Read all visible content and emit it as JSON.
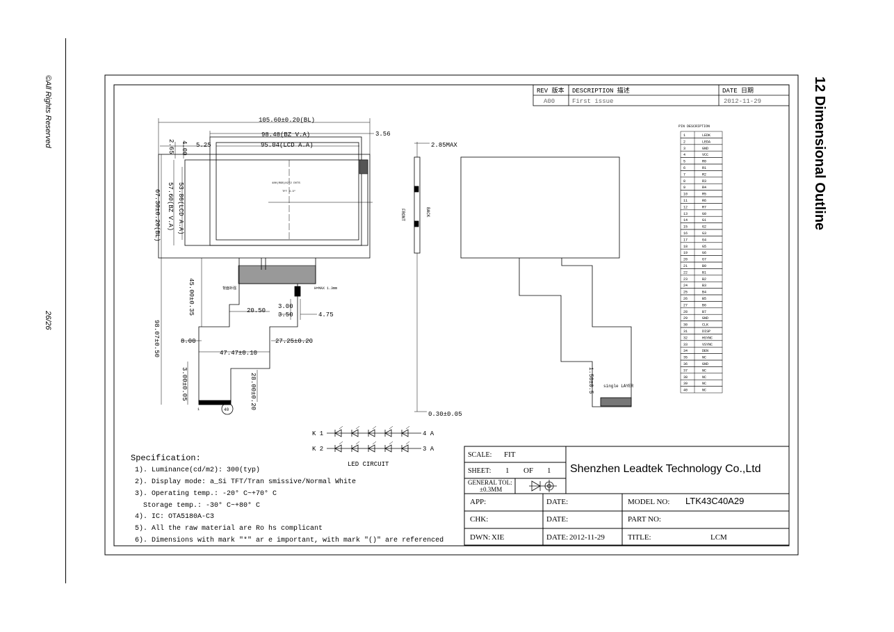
{
  "side": {
    "copyright": "©All Rights Reserved",
    "page": "26/26"
  },
  "section_title": "12 Dimensional Outline",
  "revision": {
    "headers": [
      "REV 版本",
      "DESCRIPTION 描述",
      "DATE 日期"
    ],
    "row": [
      "A00",
      "First issue",
      "2012-11-29"
    ]
  },
  "dims": {
    "d1": "105.60±0.20(BL)",
    "d2": "98.48(BZ V.A)",
    "d3": "95.04(LCD A.A)",
    "d4": "3.56",
    "d5": "5.25",
    "d6": "2.65",
    "d7": "4.00",
    "d8": "67.30±0.20(BL)",
    "d9": "57.60(BZ V.A)",
    "d10": "53.86(LCD A.A)",
    "d11": "45.00±0.35",
    "d12": "20.50",
    "d13": "3.00",
    "d14": "3.50",
    "d15": "4.75",
    "d16": "8.00",
    "d17": "27.25±0.20",
    "d18": "47.47±0.10",
    "d19": "98.07±0.50",
    "d20": "3.00±0.05",
    "d21": "28.00±0.20",
    "d22": "2.85MAX",
    "d23": "0.30±0.05",
    "d24": "1.50±0.5",
    "panel_res": "480(RGB)X272 DOTS",
    "panel_type": "TFT 4.3\"",
    "hmax": "H=MAX 1.3mm",
    "stiffener": "背面补强",
    "pin1": "1",
    "pin40": "40",
    "front": "FRONT",
    "back": "BACK",
    "single_layer": "single LAYER"
  },
  "pins": {
    "title": "PIN DESCRIPTION",
    "rows": [
      [
        "1",
        "LEDK"
      ],
      [
        "2",
        "LEDA"
      ],
      [
        "3",
        "GND"
      ],
      [
        "4",
        "VCC"
      ],
      [
        "5",
        "R0"
      ],
      [
        "6",
        "R1"
      ],
      [
        "7",
        "R2"
      ],
      [
        "8",
        "R3"
      ],
      [
        "9",
        "R4"
      ],
      [
        "10",
        "R5"
      ],
      [
        "11",
        "R6"
      ],
      [
        "12",
        "R7"
      ],
      [
        "13",
        "G0"
      ],
      [
        "14",
        "G1"
      ],
      [
        "15",
        "G2"
      ],
      [
        "16",
        "G3"
      ],
      [
        "17",
        "G4"
      ],
      [
        "18",
        "G5"
      ],
      [
        "19",
        "G6"
      ],
      [
        "20",
        "G7"
      ],
      [
        "21",
        "B0"
      ],
      [
        "22",
        "B1"
      ],
      [
        "23",
        "B2"
      ],
      [
        "24",
        "B3"
      ],
      [
        "25",
        "B4"
      ],
      [
        "26",
        "B5"
      ],
      [
        "27",
        "B6"
      ],
      [
        "28",
        "B7"
      ],
      [
        "29",
        "GND"
      ],
      [
        "30",
        "CLK"
      ],
      [
        "31",
        "DISP"
      ],
      [
        "32",
        "HSYNC"
      ],
      [
        "33",
        "VSYNC"
      ],
      [
        "34",
        "DEN"
      ],
      [
        "35",
        "NC"
      ],
      [
        "36",
        "GND"
      ],
      [
        "37",
        "NC"
      ],
      [
        "38",
        "NC"
      ],
      [
        "39",
        "NC"
      ],
      [
        "40",
        "NC"
      ]
    ]
  },
  "led": {
    "row1_left": "K 1",
    "row1_right": "4 A",
    "row2_left": "K 2",
    "row2_right": "3 A",
    "caption": "LED CIRCUIT"
  },
  "spec": {
    "title": "Specification:",
    "lines": [
      "1).  Luminance(cd/m2): 300(typ)",
      "2). Display mode: a_Si TFT/Tran smissive/Normal White",
      "3). Operating temp.: -20° C~+70°  C",
      "   Storage temp.: -30° C~+80° C",
      "4). IC: OTA5180A-C3",
      "5). All the raw material are Ro hs complicant",
      "6). Dimensions with mark \"*\" ar e important, with mark \"()\" are  referenced"
    ]
  },
  "title_block": {
    "scale_label": "SCALE:",
    "scale_value": "FIT",
    "sheet_label": "SHEET:",
    "sheet_value": "1",
    "of_label": "OF",
    "of_value": "1",
    "tol_label": "GENERAL TOL:",
    "tol_value": "±0.3MM",
    "company": "Shenzhen Leadtek Technology Co.,Ltd",
    "app_label": "APP:",
    "chk_label": "CHK:",
    "dwn_label": "DWN:",
    "dwn_value": "XIE",
    "date_label": "DATE:",
    "date_value": "2012-11-29",
    "model_label": "MODEL NO:",
    "model_value": "LTK43C40A29",
    "part_label": "PART NO:",
    "title_label": "TITLE:",
    "title_value": "LCM"
  }
}
